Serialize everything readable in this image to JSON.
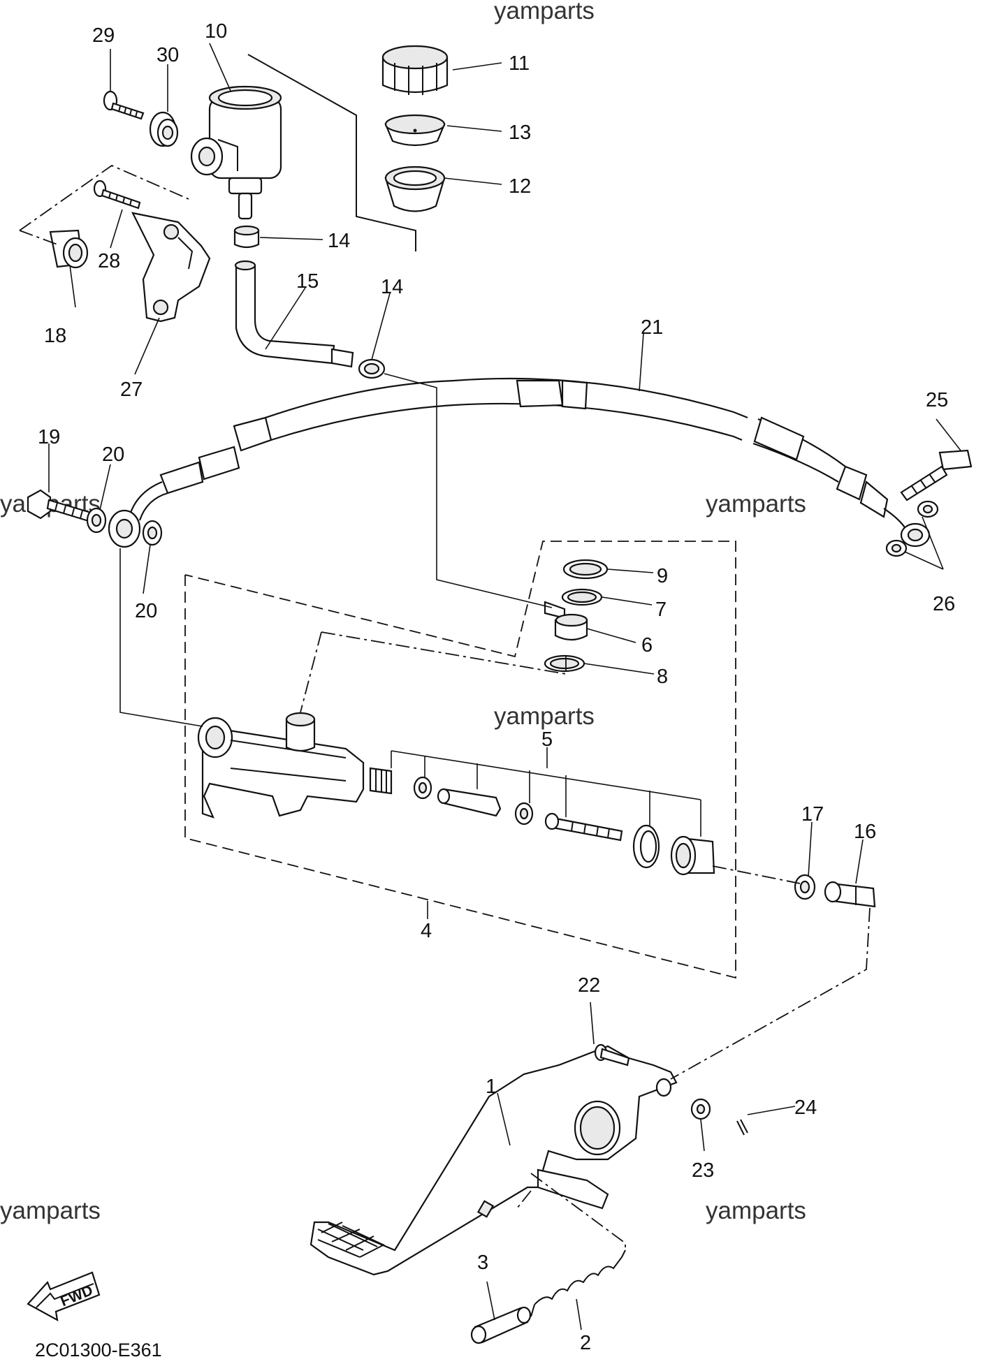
{
  "watermarks": [
    "yamparts",
    "yamparts",
    "yamparts",
    "yamparts",
    "yamparts",
    "yamparts"
  ],
  "diagram_code": "2C01300-E361",
  "fwd_label": "FWD",
  "callouts": {
    "p1": "1",
    "p2": "2",
    "p3": "3",
    "p4": "4",
    "p5": "5",
    "p6": "6",
    "p7": "7",
    "p8": "8",
    "p9": "9",
    "p10": "10",
    "p11": "11",
    "p12": "12",
    "p13": "13",
    "p14a": "14",
    "p14b": "14",
    "p15": "15",
    "p16": "16",
    "p17": "17",
    "p18": "18",
    "p19": "19",
    "p20a": "20",
    "p20b": "20",
    "p21": "21",
    "p22": "22",
    "p23": "23",
    "p24": "24",
    "p25": "25",
    "p26": "26",
    "p27": "27",
    "p28": "28",
    "p29": "29",
    "p30": "30"
  }
}
